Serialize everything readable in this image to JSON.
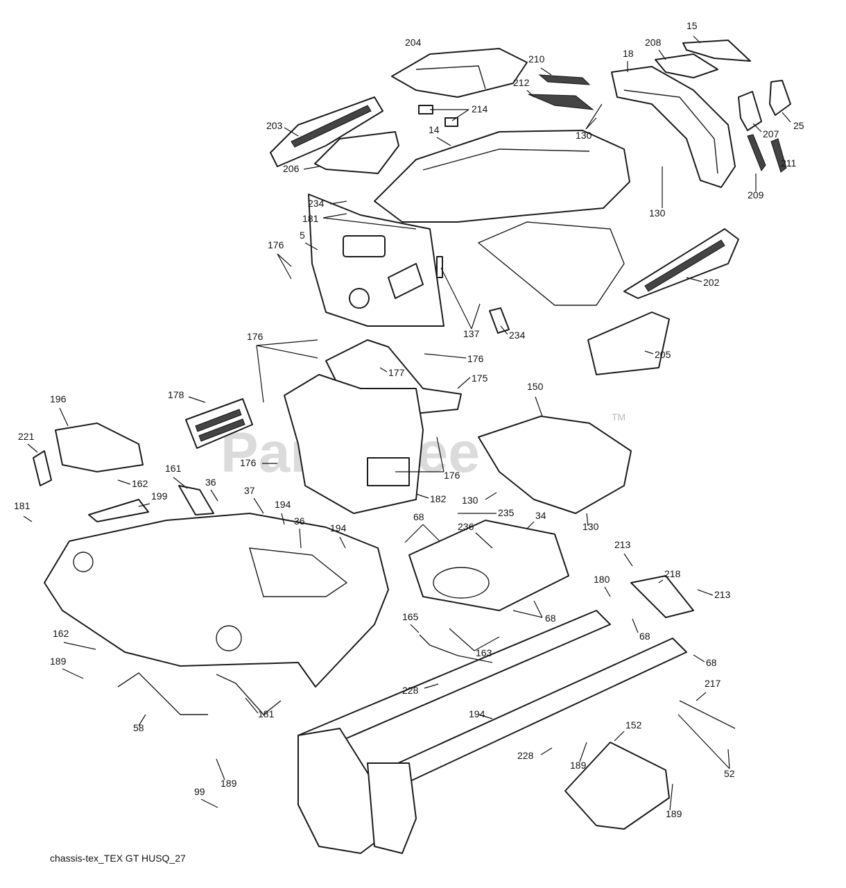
{
  "diagram": {
    "caption": "chassis-tex_TEX GT HUSQ_27",
    "watermark": "PartsTree",
    "watermark_mark": "TM",
    "callouts": [
      {
        "id": "c-15",
        "label": "15"
      },
      {
        "id": "c-204",
        "label": "204"
      },
      {
        "id": "c-208",
        "label": "208"
      },
      {
        "id": "c-18",
        "label": "18"
      },
      {
        "id": "c-210",
        "label": "210"
      },
      {
        "id": "c-212",
        "label": "212"
      },
      {
        "id": "c-214",
        "label": "214"
      },
      {
        "id": "c-130a",
        "label": "130"
      },
      {
        "id": "c-207",
        "label": "207"
      },
      {
        "id": "c-25",
        "label": "25"
      },
      {
        "id": "c-203",
        "label": "203"
      },
      {
        "id": "c-14",
        "label": "14"
      },
      {
        "id": "c-206",
        "label": "206"
      },
      {
        "id": "c-234a",
        "label": "234"
      },
      {
        "id": "c-181a",
        "label": "181"
      },
      {
        "id": "c-209",
        "label": "209"
      },
      {
        "id": "c-211",
        "label": "211"
      },
      {
        "id": "c-130b",
        "label": "130"
      },
      {
        "id": "c-5",
        "label": "5"
      },
      {
        "id": "c-176a",
        "label": "176"
      },
      {
        "id": "c-202",
        "label": "202"
      },
      {
        "id": "c-137",
        "label": "137"
      },
      {
        "id": "c-234b",
        "label": "234"
      },
      {
        "id": "c-176b",
        "label": "176"
      },
      {
        "id": "c-176c",
        "label": "176"
      },
      {
        "id": "c-205",
        "label": "205"
      },
      {
        "id": "c-177",
        "label": "177"
      },
      {
        "id": "c-175",
        "label": "175"
      },
      {
        "id": "c-178",
        "label": "178"
      },
      {
        "id": "c-150",
        "label": "150"
      },
      {
        "id": "c-196",
        "label": "196"
      },
      {
        "id": "c-221",
        "label": "221"
      },
      {
        "id": "c-176d",
        "label": "176"
      },
      {
        "id": "c-176e",
        "label": "176"
      },
      {
        "id": "c-161",
        "label": "161"
      },
      {
        "id": "c-162a",
        "label": "162"
      },
      {
        "id": "c-36a",
        "label": "36"
      },
      {
        "id": "c-199",
        "label": "199"
      },
      {
        "id": "c-182",
        "label": "182"
      },
      {
        "id": "c-130c",
        "label": "130"
      },
      {
        "id": "c-181b",
        "label": "181"
      },
      {
        "id": "c-37",
        "label": "37"
      },
      {
        "id": "c-194a",
        "label": "194"
      },
      {
        "id": "c-36b",
        "label": "36"
      },
      {
        "id": "c-68a",
        "label": "68"
      },
      {
        "id": "c-235",
        "label": "235"
      },
      {
        "id": "c-236",
        "label": "236"
      },
      {
        "id": "c-34",
        "label": "34"
      },
      {
        "id": "c-194b",
        "label": "194"
      },
      {
        "id": "c-130d",
        "label": "130"
      },
      {
        "id": "c-213a",
        "label": "213"
      },
      {
        "id": "c-218",
        "label": "218"
      },
      {
        "id": "c-213b",
        "label": "213"
      },
      {
        "id": "c-180",
        "label": "180"
      },
      {
        "id": "c-68b",
        "label": "68"
      },
      {
        "id": "c-165",
        "label": "165"
      },
      {
        "id": "c-68c",
        "label": "68"
      },
      {
        "id": "c-162b",
        "label": "162"
      },
      {
        "id": "c-163",
        "label": "163"
      },
      {
        "id": "c-68d",
        "label": "68"
      },
      {
        "id": "c-189a",
        "label": "189"
      },
      {
        "id": "c-228a",
        "label": "228"
      },
      {
        "id": "c-217",
        "label": "217"
      },
      {
        "id": "c-181c",
        "label": "181"
      },
      {
        "id": "c-58",
        "label": "58"
      },
      {
        "id": "c-194c",
        "label": "194"
      },
      {
        "id": "c-152",
        "label": "152"
      },
      {
        "id": "c-228b",
        "label": "228"
      },
      {
        "id": "c-189b",
        "label": "189"
      },
      {
        "id": "c-189c",
        "label": "189"
      },
      {
        "id": "c-52",
        "label": "52"
      },
      {
        "id": "c-99",
        "label": "99"
      },
      {
        "id": "c-189d",
        "label": "189"
      }
    ]
  }
}
